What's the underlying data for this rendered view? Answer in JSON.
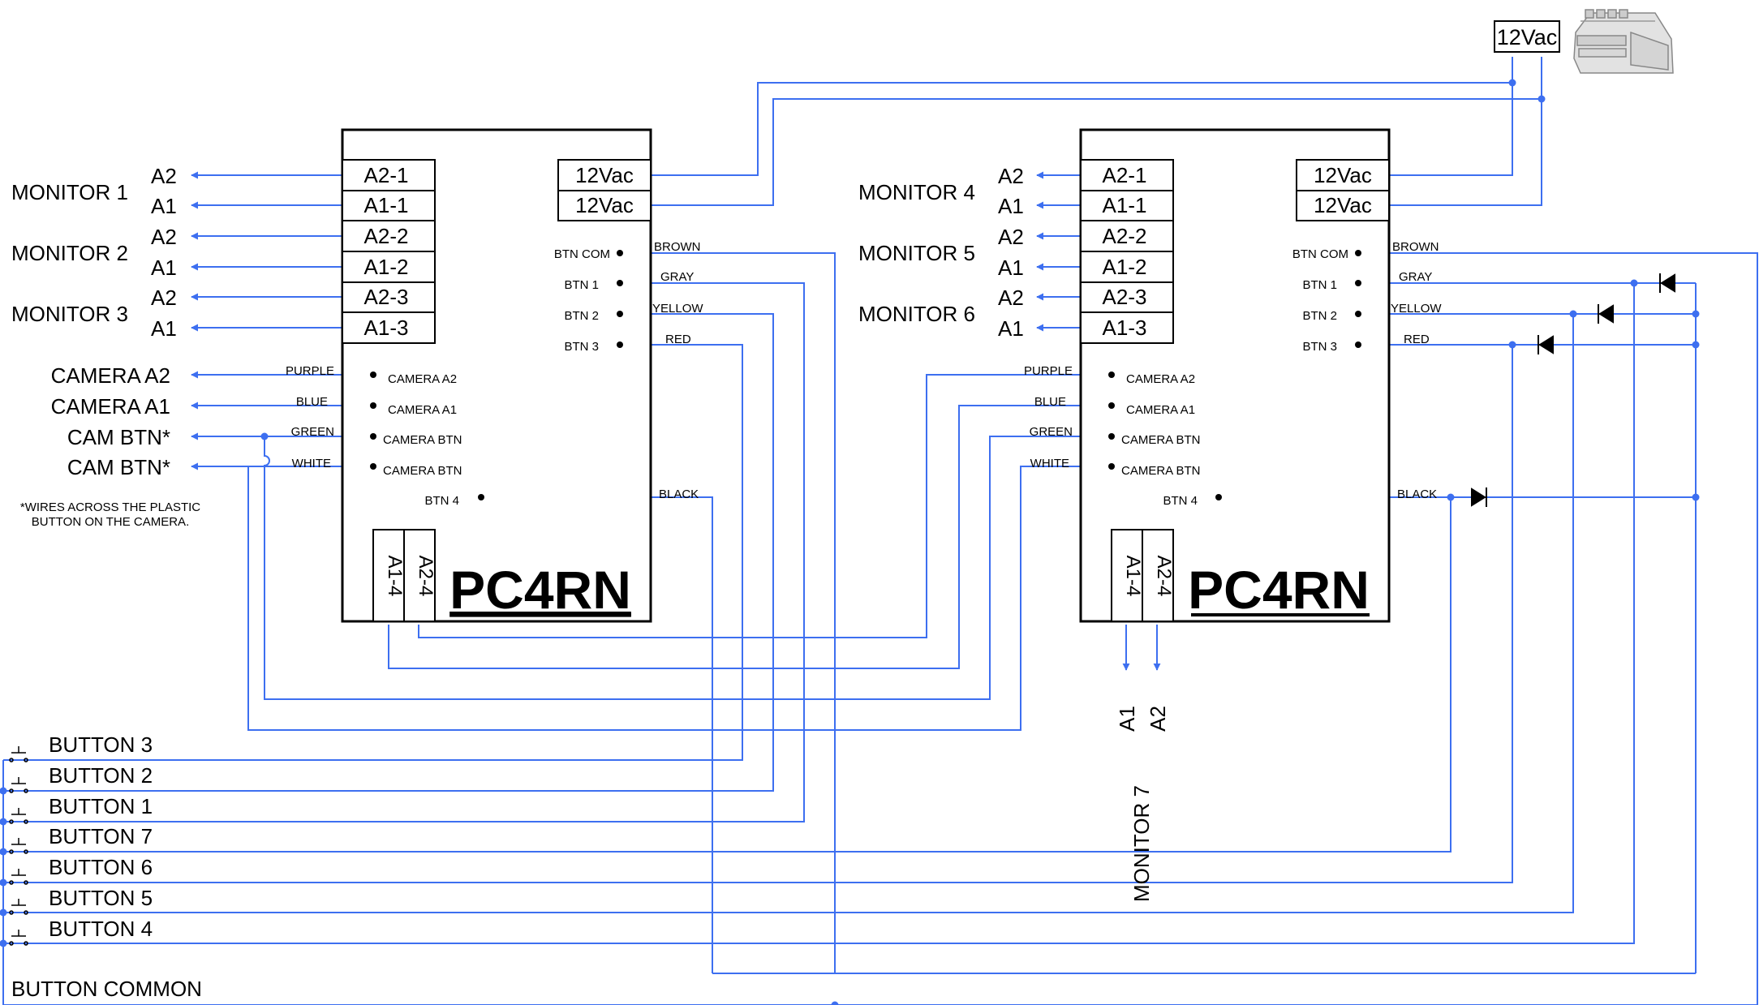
{
  "colors": {
    "wire": "#3d6ff0",
    "ink": "#000000",
    "background": "#ffffff"
  },
  "supply": {
    "label": "12Vac",
    "icon": "transformer-icon"
  },
  "left_panel": {
    "title": "PC4RN",
    "terms": [
      "A2-1",
      "A1-1",
      "A2-2",
      "A1-2",
      "A2-3",
      "A1-3"
    ],
    "power_terms": [
      "12Vac",
      "12Vac"
    ],
    "bottom_terms": [
      "A1-4",
      "A2-4"
    ],
    "btn_pins": [
      "BTN COM",
      "BTN 1",
      "BTN 2",
      "BTN 3"
    ],
    "btn_colors": [
      "BROWN",
      "GRAY",
      "YELLOW",
      "RED"
    ],
    "cam_pins": [
      "CAMERA A2",
      "CAMERA A1",
      "CAMERA BTN",
      "CAMERA BTN"
    ],
    "cam_colors": [
      "PURPLE",
      "BLUE",
      "GREEN",
      "WHITE"
    ],
    "btn4_pin": "BTN 4",
    "btn4_color": "BLACK"
  },
  "right_panel": {
    "title": "PC4RN",
    "terms": [
      "A2-1",
      "A1-1",
      "A2-2",
      "A1-2",
      "A2-3",
      "A1-3"
    ],
    "power_terms": [
      "12Vac",
      "12Vac"
    ],
    "bottom_terms": [
      "A1-4",
      "A2-4"
    ],
    "btn_pins": [
      "BTN COM",
      "BTN 1",
      "BTN 2",
      "BTN 3"
    ],
    "btn_colors": [
      "BROWN",
      "GRAY",
      "YELLOW",
      "RED"
    ],
    "cam_pins": [
      "CAMERA A2",
      "CAMERA A1",
      "CAMERA BTN",
      "CAMERA BTN"
    ],
    "cam_colors": [
      "PURPLE",
      "BLUE",
      "GREEN",
      "WHITE"
    ],
    "btn4_pin": "BTN 4",
    "btn4_color": "BLACK"
  },
  "left_monitors": [
    "MONITOR 1",
    "MONITOR 2",
    "MONITOR 3"
  ],
  "right_monitors": [
    "MONITOR 4",
    "MONITOR 5",
    "MONITOR 6"
  ],
  "ch_labels": [
    "A2",
    "A1",
    "A2",
    "A1",
    "A2",
    "A1"
  ],
  "camera_labels": [
    "CAMERA A2",
    "CAMERA A1",
    "CAM BTN*",
    "CAM BTN*"
  ],
  "footnote": [
    "*WIRES ACROSS THE PLASTIC",
    "BUTTON ON THE CAMERA."
  ],
  "monitor7": {
    "label": "MONITOR 7",
    "outputs": [
      "A1",
      "A2"
    ]
  },
  "buttons": [
    "BUTTON 3",
    "BUTTON 2",
    "BUTTON 1",
    "BUTTON 7",
    "BUTTON 6",
    "BUTTON 5",
    "BUTTON 4"
  ],
  "button_common": "BUTTON COMMON"
}
